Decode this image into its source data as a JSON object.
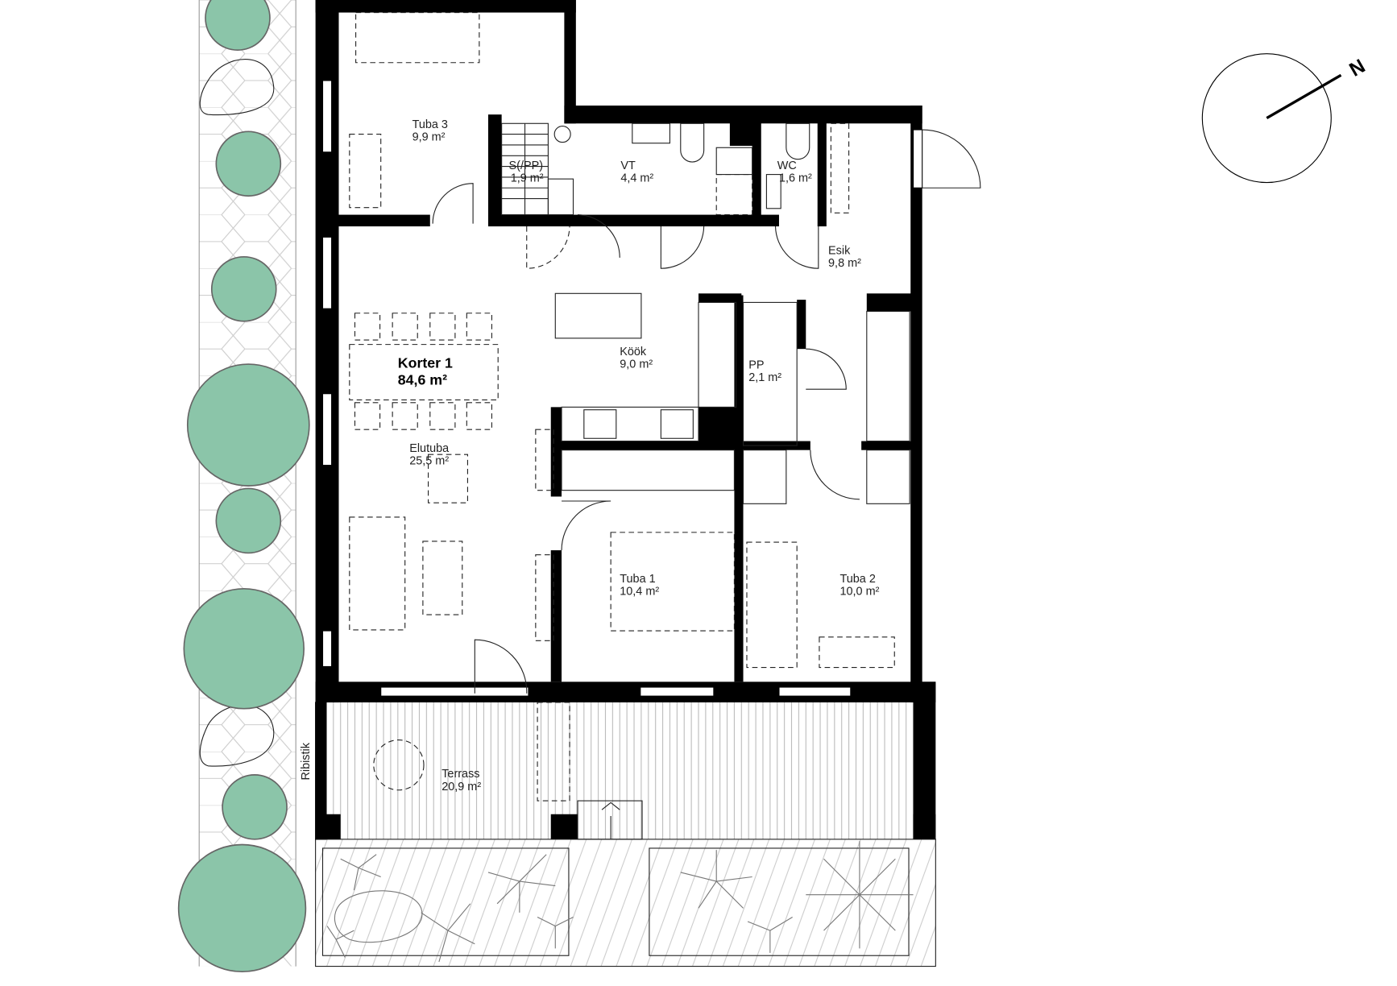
{
  "plan": {
    "apartment": {
      "name": "Korter 1",
      "area": "84,6 m²"
    },
    "rooms": [
      {
        "name": "Tuba 3",
        "area": "9,9 m²"
      },
      {
        "name": "S(/PP)",
        "area": "1,9 m²"
      },
      {
        "name": "VT",
        "area": "4,4 m²"
      },
      {
        "name": "WC",
        "area": "1,6 m²"
      },
      {
        "name": "Esik",
        "area": "9,8 m²"
      },
      {
        "name": "Köök",
        "area": "9,0 m²"
      },
      {
        "name": "PP",
        "area": "2,1 m²"
      },
      {
        "name": "Elutuba",
        "area": "25,5 m²"
      },
      {
        "name": "Tuba 1",
        "area": "10,4 m²"
      },
      {
        "name": "Tuba 2",
        "area": "10,0 m²"
      },
      {
        "name": "Terrass",
        "area": "20,9 m²"
      }
    ],
    "side_label": "Ribistik",
    "compass_label": "N",
    "colors": {
      "tree": "#8bc5a9",
      "wall": "#000000"
    }
  }
}
